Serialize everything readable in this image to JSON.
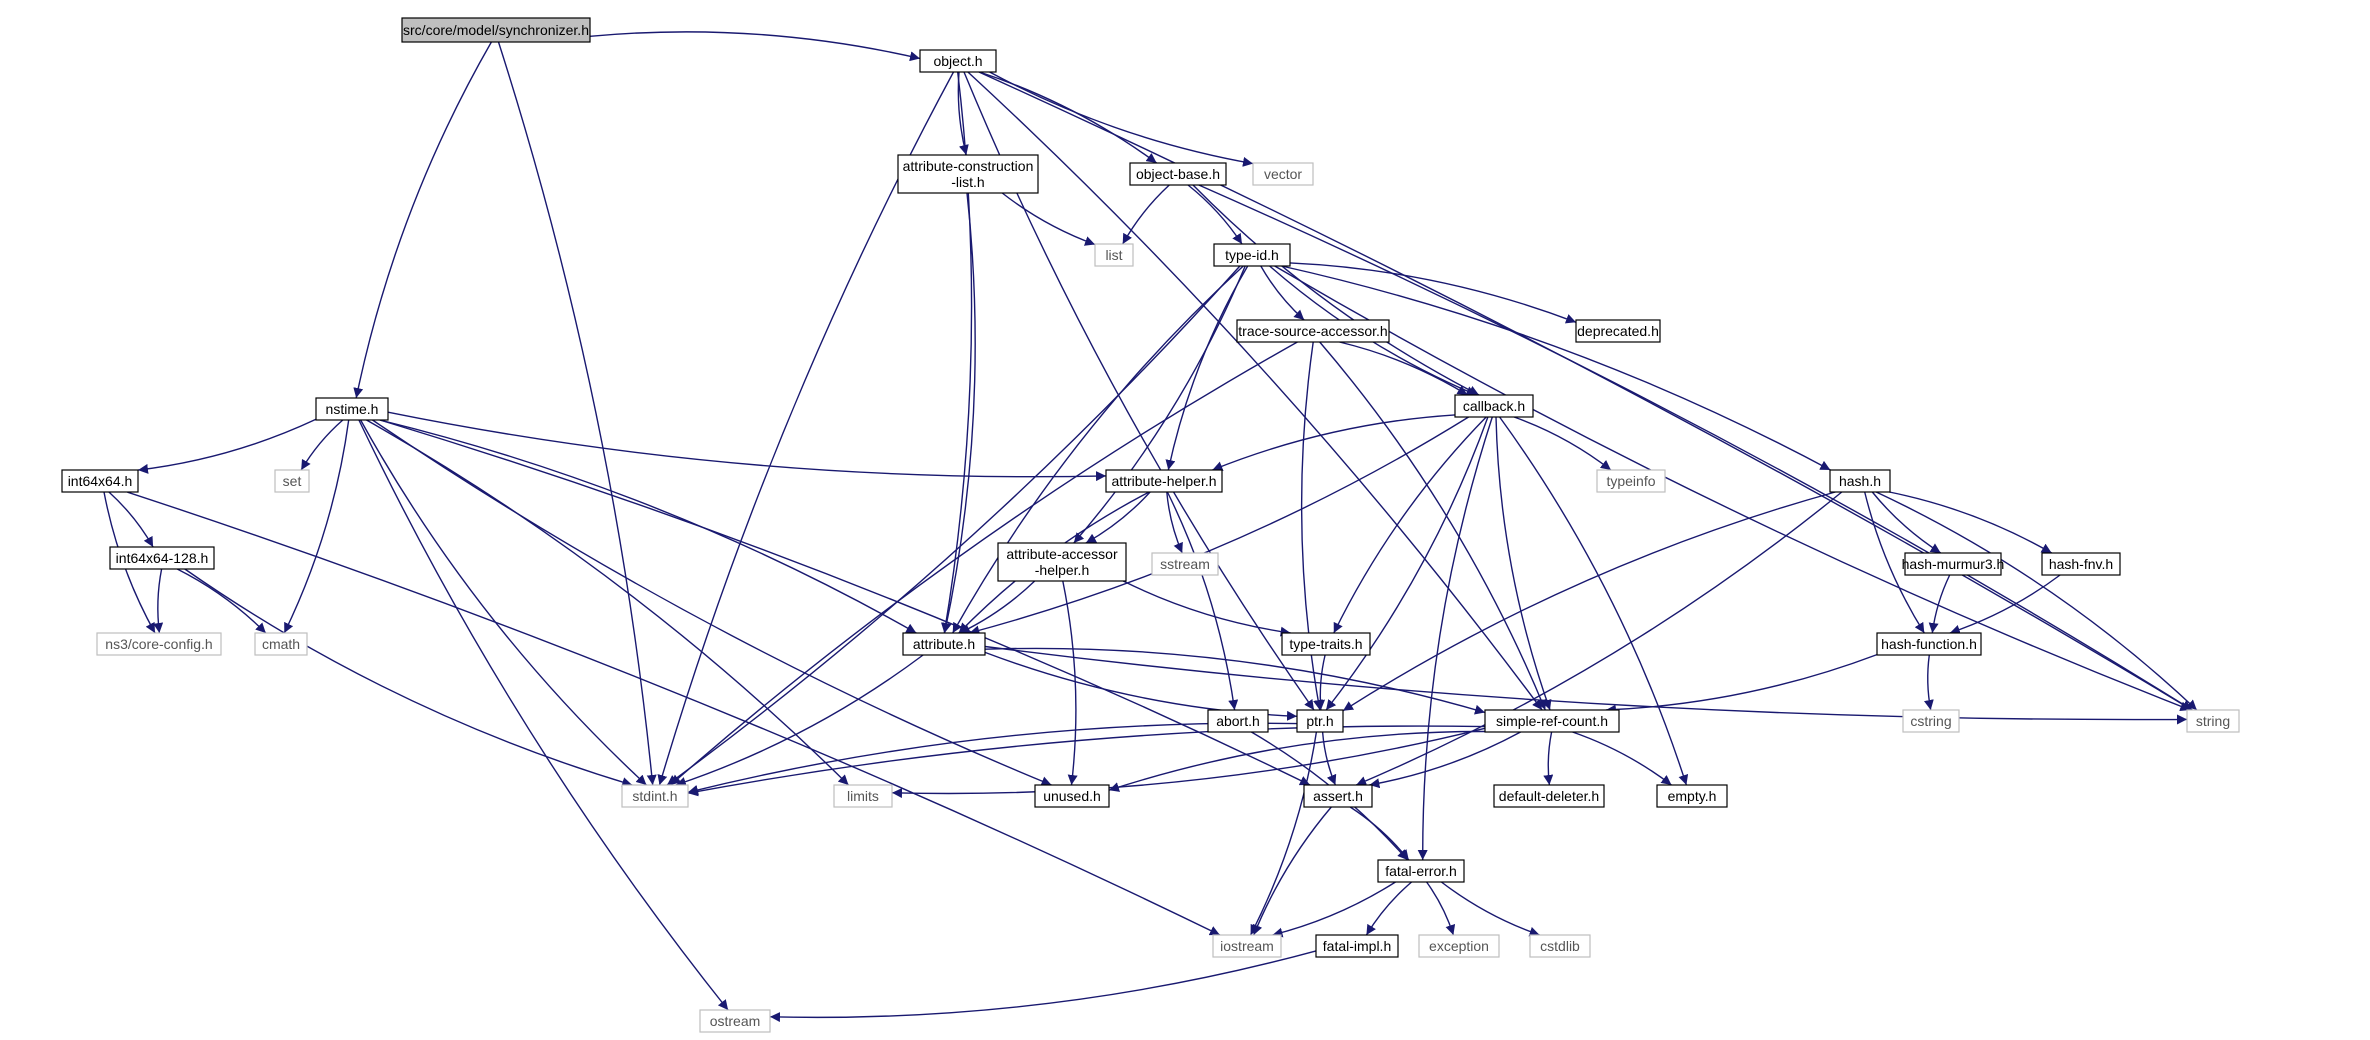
{
  "diagram": {
    "nodes": [
      {
        "id": "sync",
        "label": "src/core/model/synchronizer.h",
        "kind": "root"
      },
      {
        "id": "object",
        "label": "object.h",
        "kind": "local"
      },
      {
        "id": "nstime",
        "label": "nstime.h",
        "kind": "local"
      },
      {
        "id": "attrcons",
        "label": "attribute-construction\n-list.h",
        "kind": "local"
      },
      {
        "id": "objbase",
        "label": "object-base.h",
        "kind": "local"
      },
      {
        "id": "vector",
        "label": "vector",
        "kind": "external"
      },
      {
        "id": "list",
        "label": "list",
        "kind": "external"
      },
      {
        "id": "typeid",
        "label": "type-id.h",
        "kind": "local"
      },
      {
        "id": "tracesrc",
        "label": "trace-source-accessor.h",
        "kind": "local"
      },
      {
        "id": "deprecated",
        "label": "deprecated.h",
        "kind": "local"
      },
      {
        "id": "callback",
        "label": "callback.h",
        "kind": "local"
      },
      {
        "id": "int64x64",
        "label": "int64x64.h",
        "kind": "local"
      },
      {
        "id": "set",
        "label": "set",
        "kind": "external"
      },
      {
        "id": "attrhelper",
        "label": "attribute-helper.h",
        "kind": "local"
      },
      {
        "id": "typeinfo",
        "label": "typeinfo",
        "kind": "external"
      },
      {
        "id": "hash",
        "label": "hash.h",
        "kind": "local"
      },
      {
        "id": "int128",
        "label": "int64x64-128.h",
        "kind": "local"
      },
      {
        "id": "attracc",
        "label": "attribute-accessor\n-helper.h",
        "kind": "local"
      },
      {
        "id": "sstream",
        "label": "sstream",
        "kind": "external"
      },
      {
        "id": "murmur",
        "label": "hash-murmur3.h",
        "kind": "local"
      },
      {
        "id": "fnv",
        "label": "hash-fnv.h",
        "kind": "local"
      },
      {
        "id": "coreconfig",
        "label": "ns3/core-config.h",
        "kind": "external"
      },
      {
        "id": "cmath",
        "label": "cmath",
        "kind": "external"
      },
      {
        "id": "attribute",
        "label": "attribute.h",
        "kind": "local"
      },
      {
        "id": "typetraits",
        "label": "type-traits.h",
        "kind": "local"
      },
      {
        "id": "hashfn",
        "label": "hash-function.h",
        "kind": "local"
      },
      {
        "id": "abort",
        "label": "abort.h",
        "kind": "local"
      },
      {
        "id": "ptr",
        "label": "ptr.h",
        "kind": "local"
      },
      {
        "id": "simpleref",
        "label": "simple-ref-count.h",
        "kind": "local"
      },
      {
        "id": "cstring",
        "label": "cstring",
        "kind": "external"
      },
      {
        "id": "string",
        "label": "string",
        "kind": "external"
      },
      {
        "id": "stdint",
        "label": "stdint.h",
        "kind": "external"
      },
      {
        "id": "limits",
        "label": "limits",
        "kind": "external"
      },
      {
        "id": "unused",
        "label": "unused.h",
        "kind": "local"
      },
      {
        "id": "assert",
        "label": "assert.h",
        "kind": "local"
      },
      {
        "id": "defdel",
        "label": "default-deleter.h",
        "kind": "local"
      },
      {
        "id": "empty",
        "label": "empty.h",
        "kind": "local"
      },
      {
        "id": "fatalerr",
        "label": "fatal-error.h",
        "kind": "local"
      },
      {
        "id": "iostream",
        "label": "iostream",
        "kind": "external"
      },
      {
        "id": "fatalimpl",
        "label": "fatal-impl.h",
        "kind": "local"
      },
      {
        "id": "exception",
        "label": "exception",
        "kind": "external"
      },
      {
        "id": "cstdlib",
        "label": "cstdlib",
        "kind": "external"
      },
      {
        "id": "ostream",
        "label": "ostream",
        "kind": "external"
      }
    ],
    "edges": [
      [
        "sync",
        "object"
      ],
      [
        "sync",
        "nstime"
      ],
      [
        "sync",
        "stdint"
      ],
      [
        "object",
        "attrcons"
      ],
      [
        "object",
        "objbase"
      ],
      [
        "object",
        "vector"
      ],
      [
        "object",
        "string"
      ],
      [
        "object",
        "stdint"
      ],
      [
        "object",
        "attribute"
      ],
      [
        "object",
        "ptr"
      ],
      [
        "object",
        "simpleref"
      ],
      [
        "attrcons",
        "list"
      ],
      [
        "attrcons",
        "attribute"
      ],
      [
        "objbase",
        "list"
      ],
      [
        "objbase",
        "typeid"
      ],
      [
        "objbase",
        "callback"
      ],
      [
        "objbase",
        "string"
      ],
      [
        "typeid",
        "tracesrc"
      ],
      [
        "typeid",
        "deprecated"
      ],
      [
        "typeid",
        "callback"
      ],
      [
        "typeid",
        "hash"
      ],
      [
        "typeid",
        "attrhelper"
      ],
      [
        "typeid",
        "attracc"
      ],
      [
        "typeid",
        "attribute"
      ],
      [
        "typeid",
        "stdint"
      ],
      [
        "typeid",
        "string"
      ],
      [
        "tracesrc",
        "callback"
      ],
      [
        "tracesrc",
        "ptr"
      ],
      [
        "tracesrc",
        "simpleref"
      ],
      [
        "tracesrc",
        "stdint"
      ],
      [
        "nstime",
        "int64x64"
      ],
      [
        "nstime",
        "set"
      ],
      [
        "nstime",
        "cmath"
      ],
      [
        "nstime",
        "attrhelper"
      ],
      [
        "nstime",
        "attribute"
      ],
      [
        "nstime",
        "stdint"
      ],
      [
        "nstime",
        "limits"
      ],
      [
        "nstime",
        "unused"
      ],
      [
        "nstime",
        "assert"
      ],
      [
        "nstime",
        "ostream"
      ],
      [
        "int64x64",
        "int128"
      ],
      [
        "int64x64",
        "coreconfig"
      ],
      [
        "int64x64",
        "iostream"
      ],
      [
        "int128",
        "coreconfig"
      ],
      [
        "int128",
        "cmath"
      ],
      [
        "int128",
        "stdint"
      ],
      [
        "callback",
        "typeinfo"
      ],
      [
        "callback",
        "attrhelper"
      ],
      [
        "callback",
        "attribute"
      ],
      [
        "callback",
        "typetraits"
      ],
      [
        "callback",
        "ptr"
      ],
      [
        "callback",
        "simpleref"
      ],
      [
        "callback",
        "empty"
      ],
      [
        "callback",
        "fatalerr"
      ],
      [
        "attrhelper",
        "attracc"
      ],
      [
        "attrhelper",
        "sstream"
      ],
      [
        "attrhelper",
        "abort"
      ],
      [
        "attrhelper",
        "attribute"
      ],
      [
        "attracc",
        "attribute"
      ],
      [
        "attracc",
        "typetraits"
      ],
      [
        "attracc",
        "unused"
      ],
      [
        "hash",
        "murmur"
      ],
      [
        "hash",
        "fnv"
      ],
      [
        "hash",
        "hashfn"
      ],
      [
        "hash",
        "string"
      ],
      [
        "hash",
        "ptr"
      ],
      [
        "hash",
        "assert"
      ],
      [
        "murmur",
        "hashfn"
      ],
      [
        "fnv",
        "hashfn"
      ],
      [
        "hashfn",
        "cstring"
      ],
      [
        "hashfn",
        "simpleref"
      ],
      [
        "attribute",
        "ptr"
      ],
      [
        "attribute",
        "simpleref"
      ],
      [
        "attribute",
        "string"
      ],
      [
        "attribute",
        "stdint"
      ],
      [
        "typetraits",
        "ptr"
      ],
      [
        "abort",
        "fatalerr"
      ],
      [
        "ptr",
        "assert"
      ],
      [
        "ptr",
        "iostream"
      ],
      [
        "ptr",
        "stdint"
      ],
      [
        "simpleref",
        "assert"
      ],
      [
        "simpleref",
        "defdel"
      ],
      [
        "simpleref",
        "empty"
      ],
      [
        "simpleref",
        "stdint"
      ],
      [
        "simpleref",
        "limits"
      ],
      [
        "simpleref",
        "unused"
      ],
      [
        "assert",
        "fatalerr"
      ],
      [
        "assert",
        "iostream"
      ],
      [
        "fatalerr",
        "iostream"
      ],
      [
        "fatalerr",
        "fatalimpl"
      ],
      [
        "fatalerr",
        "exception"
      ],
      [
        "fatalerr",
        "cstdlib"
      ],
      [
        "fatalimpl",
        "ostream"
      ]
    ]
  },
  "colors": {
    "edge": "#191970",
    "local_border": "#000000",
    "external_border": "#bfbfbf",
    "root_fill": "#bfbfbf",
    "fill": "#ffffff"
  }
}
